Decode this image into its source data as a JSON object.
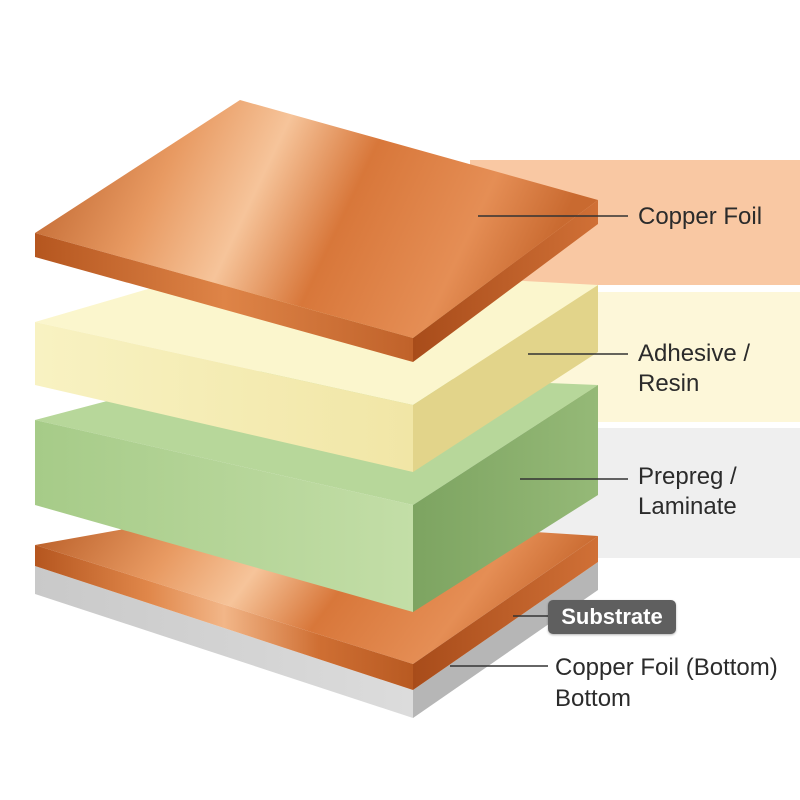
{
  "labels": {
    "copper_foil": "Copper Foil",
    "adhesive_line1": "Adhesive /",
    "adhesive_line2": "Resin",
    "prepreg_line1": "Prepreg /",
    "prepreg_line2": "Laminate",
    "substrate": "Substrate",
    "bottom_line1": "Copper Foil (Bottom)",
    "bottom_line2": "Bottom"
  },
  "colors": {
    "copper": "#d9773a",
    "adhesive": "#f7f2c0",
    "laminate": "#a9cf8c",
    "substrate": "#d0d0d0",
    "band_copper": "#f9c8a3",
    "band_adhesive": "#fdf7d9",
    "band_laminate": "#efefef"
  }
}
